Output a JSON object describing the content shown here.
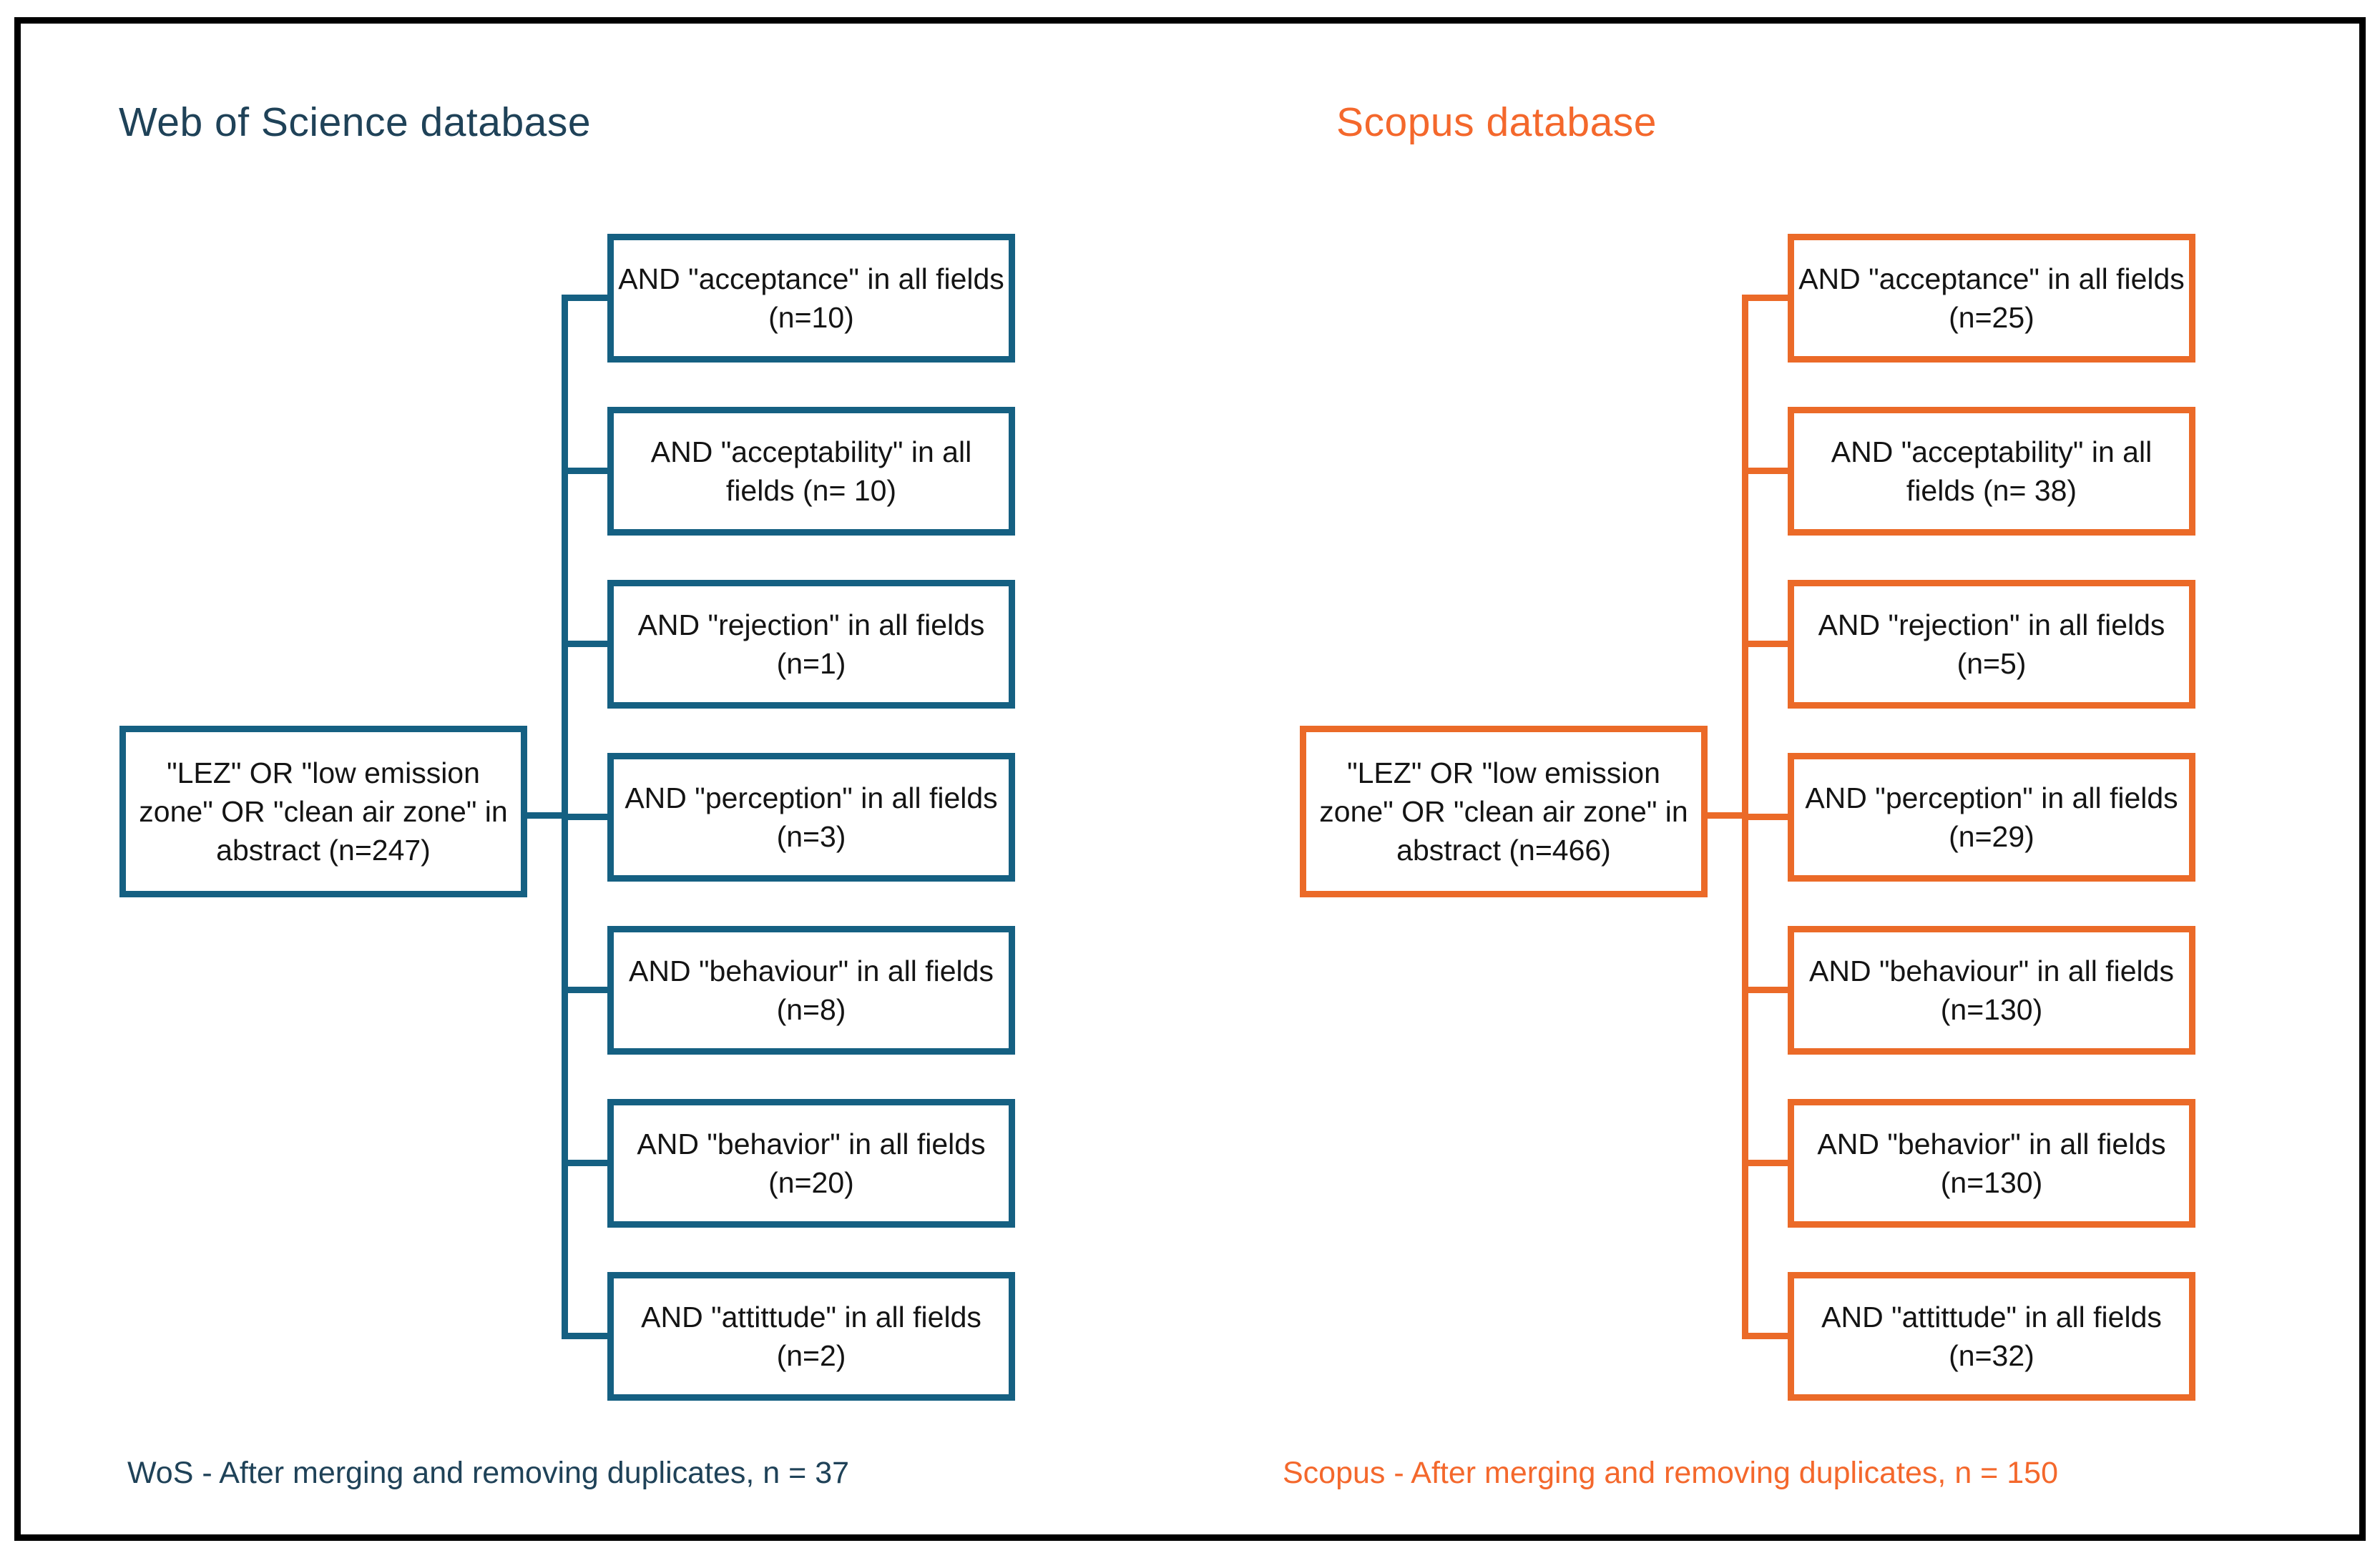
{
  "figure": {
    "type": "database-search-strategy-diagram"
  },
  "panels": [
    {
      "id": "wos",
      "title": "Web of Science database",
      "accent_color": "#156082",
      "text_color": "#1f4258",
      "root_query": "\"LEZ\" OR \"low emission zone\" OR \"clean air zone\" in abstract (n=247)",
      "children": [
        "AND \"acceptance\" in all fields (n=10)",
        "AND \"acceptability\" in all fields (n= 10)",
        "AND \"rejection\" in all fields (n=1)",
        "AND \"perception\" in all fields (n=3)",
        "AND \"behaviour\" in all fields (n=8)",
        "AND \"behavior\" in all fields (n=20)",
        "AND \"attittude\" in all fields (n=2)"
      ],
      "footer": "WoS - After merging and removing duplicates, n = 37"
    },
    {
      "id": "scopus",
      "title": "Scopus database",
      "accent_color": "#eb6a28",
      "text_color": "#f4682c",
      "root_query": "\"LEZ\" OR \"low emission zone\" OR \"clean air zone\" in abstract (n=466)",
      "children": [
        "AND \"acceptance\" in all fields (n=25)",
        "AND \"acceptability\" in all fields (n= 38)",
        "AND \"rejection\" in all fields (n=5)",
        "AND \"perception\" in all fields (n=29)",
        "AND \"behaviour\" in all fields (n=130)",
        "AND \"behavior\" in all fields (n=130)",
        "AND \"attittude\" in all fields (n=32)"
      ],
      "footer": "Scopus - After merging and removing duplicates, n = 150"
    }
  ]
}
